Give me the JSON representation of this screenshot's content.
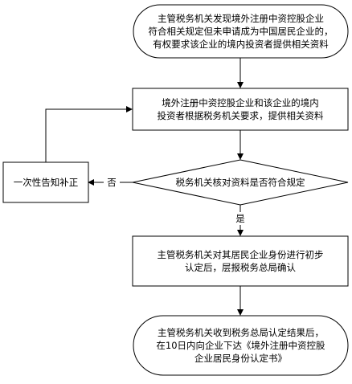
{
  "flowchart": {
    "start": {
      "lines": [
        "主管税务机关发现境外注册中资控股企业",
        "符合相关规定但未申请成为中国居民企业的，",
        "有权要求该企业的境内投资者提供相关资料"
      ]
    },
    "provide": {
      "lines": [
        "境外注册中资控股企业和该企业的境内",
        "投资者根据税务机关要求，提供相关资料"
      ]
    },
    "decision": {
      "text": "税务机关核对资料是否符合规定"
    },
    "notify": {
      "text": "一次性告知补正"
    },
    "no_label": "否",
    "yes_label": "是",
    "confirm": {
      "lines": [
        "主管税务机关对其居民企业身份进行初步",
        "认定后，层报税务总局确认"
      ]
    },
    "end": {
      "lines": [
        "主管税务机关收到税务总局认定结果后，",
        "在10日内向企业下达《境外注册中资控股",
        "企业居民身份认定书》"
      ]
    }
  }
}
